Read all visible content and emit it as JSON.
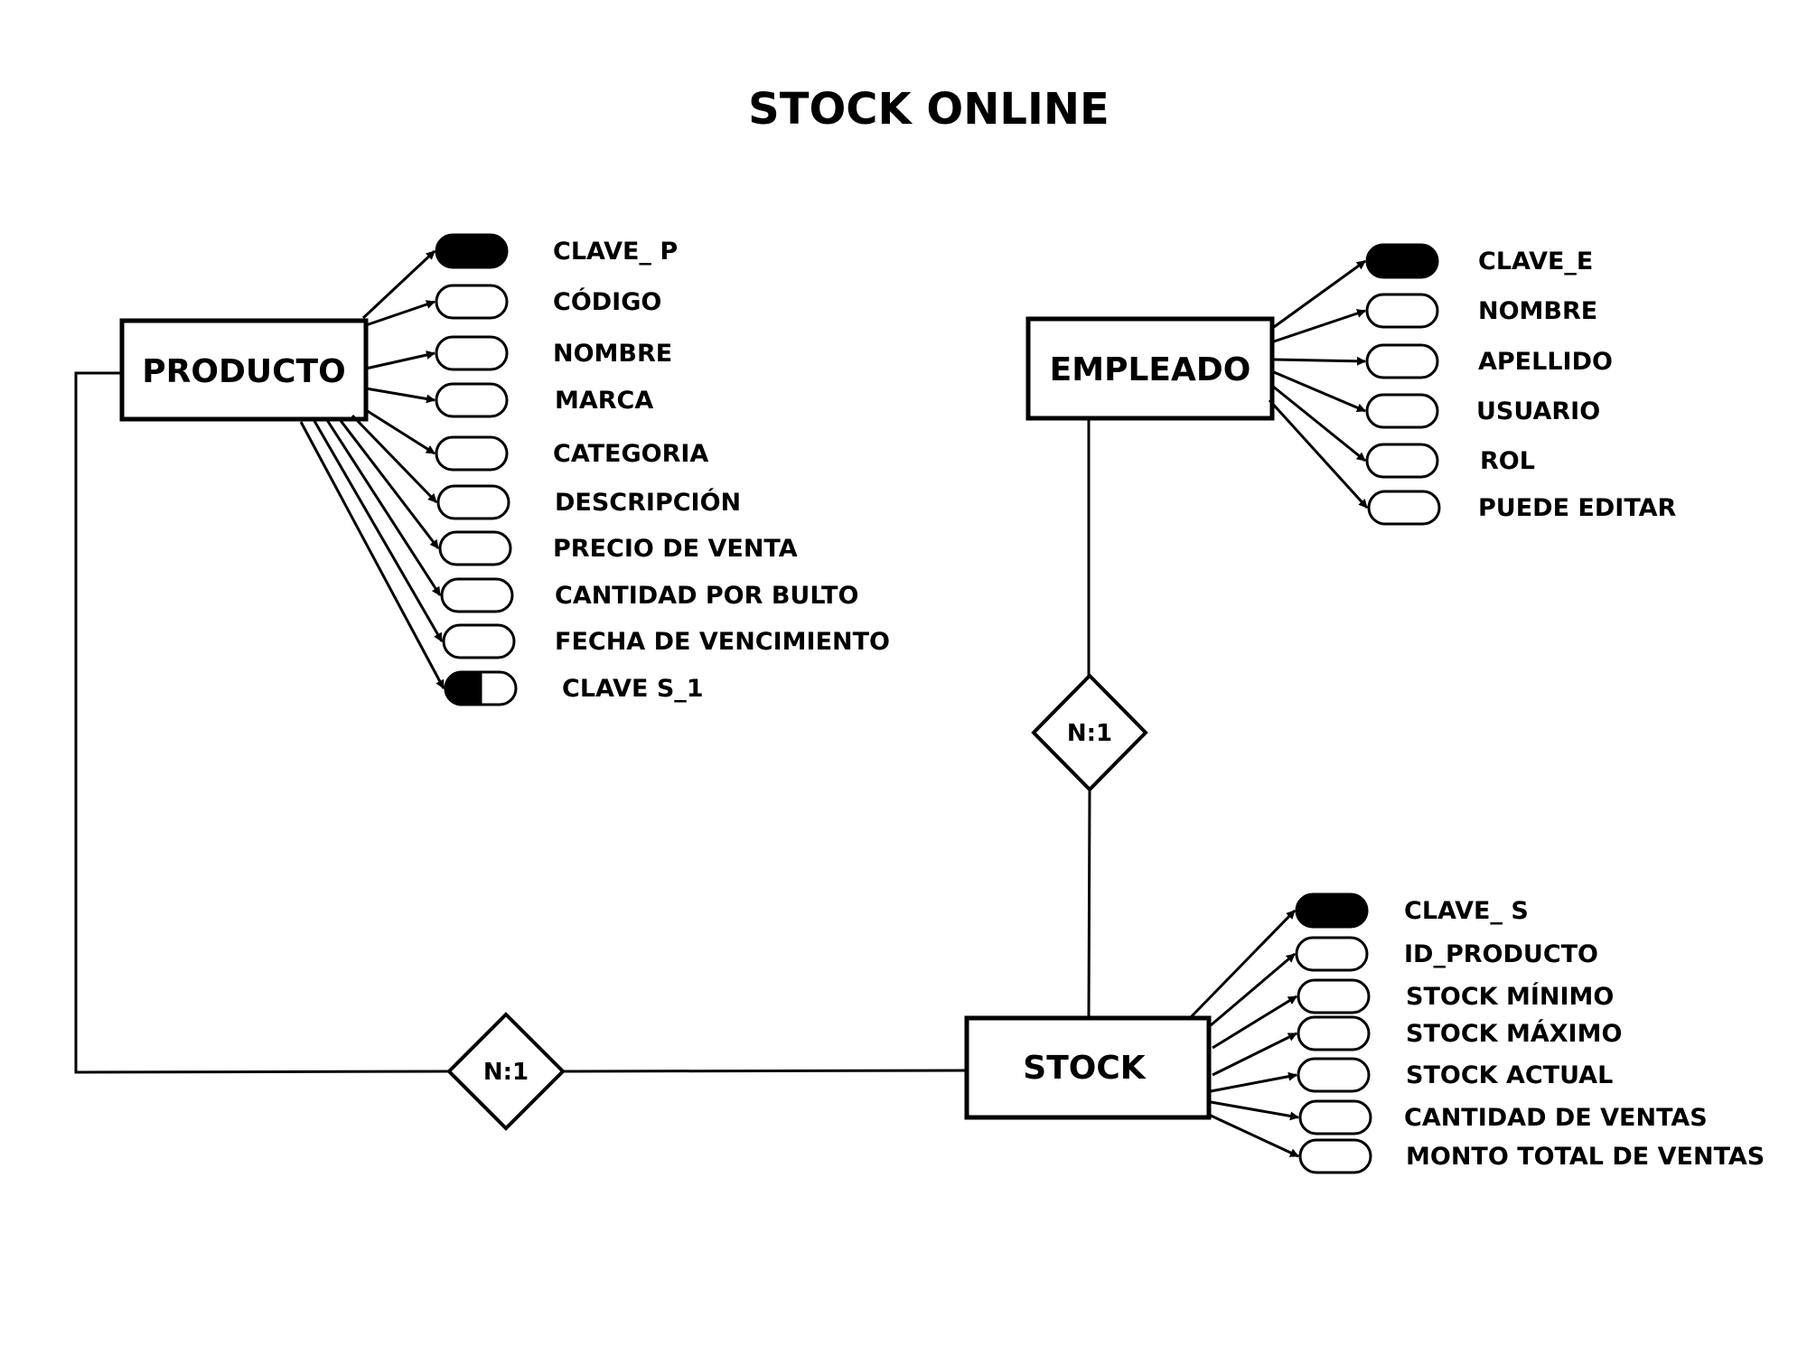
{
  "title": "STOCK ONLINE",
  "colors": {
    "ink": "#000000",
    "paper": "#ffffff"
  },
  "entities": {
    "producto": {
      "name": "PRODUCTO",
      "attributes": [
        {
          "label": "CLAVE_ P",
          "key": "primary"
        },
        {
          "label": "CÓDIGO",
          "key": "none"
        },
        {
          "label": "NOMBRE",
          "key": "none"
        },
        {
          "label": "MARCA",
          "key": "none"
        },
        {
          "label": "CATEGORIA",
          "key": "none"
        },
        {
          "label": "DESCRIPCIÓN",
          "key": "none"
        },
        {
          "label": "PRECIO DE VENTA",
          "key": "none"
        },
        {
          "label": "CANTIDAD POR BULTO",
          "key": "none"
        },
        {
          "label": "FECHA DE VENCIMIENTO",
          "key": "none"
        },
        {
          "label": "CLAVE S_1",
          "key": "foreign"
        }
      ]
    },
    "empleado": {
      "name": "EMPLEADO",
      "attributes": [
        {
          "label": "CLAVE_E",
          "key": "primary"
        },
        {
          "label": "NOMBRE",
          "key": "none"
        },
        {
          "label": "APELLIDO",
          "key": "none"
        },
        {
          "label": "USUARIO",
          "key": "none"
        },
        {
          "label": "ROL",
          "key": "none"
        },
        {
          "label": "PUEDE EDITAR",
          "key": "none"
        }
      ]
    },
    "stock": {
      "name": "STOCK",
      "attributes": [
        {
          "label": "CLAVE_ S",
          "key": "primary"
        },
        {
          "label": "ID_PRODUCTO",
          "key": "none"
        },
        {
          "label": "STOCK MÍNIMO",
          "key": "none"
        },
        {
          "label": "STOCK MÁXIMO",
          "key": "none"
        },
        {
          "label": "STOCK ACTUAL",
          "key": "none"
        },
        {
          "label": "CANTIDAD DE VENTAS",
          "key": "none"
        },
        {
          "label": "MONTO TOTAL DE VENTAS",
          "key": "none"
        }
      ]
    }
  },
  "relationships": [
    {
      "id": "producto-stock",
      "label": "N:1",
      "from": "producto",
      "to": "stock"
    },
    {
      "id": "empleado-stock",
      "label": "N:1",
      "from": "empleado",
      "to": "stock"
    }
  ]
}
